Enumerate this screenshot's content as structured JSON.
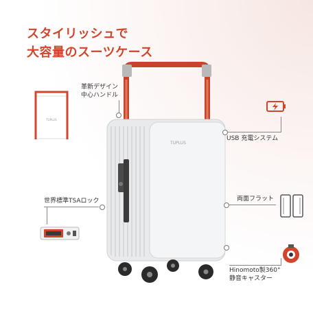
{
  "headline": {
    "line1": "スタイリッシュで",
    "line2": "大容量のスーツケース"
  },
  "brand": "TUPLUS",
  "features": {
    "handle": {
      "line1": "革新デザイン",
      "line2": "中心ハンドル"
    },
    "usb": "USB 充電システム",
    "tsa": "世界標準TSAロック",
    "flat": "両面フラット",
    "caster": {
      "line1": "Hinomoto製360°",
      "line2": "静音キャスター"
    }
  },
  "accent_color": "#d2452d",
  "icons": [
    "battery-charging-icon",
    "tsa-lock-icon",
    "flat-sides-icon",
    "caster-wheel-icon",
    "handle-diagram-icon"
  ]
}
